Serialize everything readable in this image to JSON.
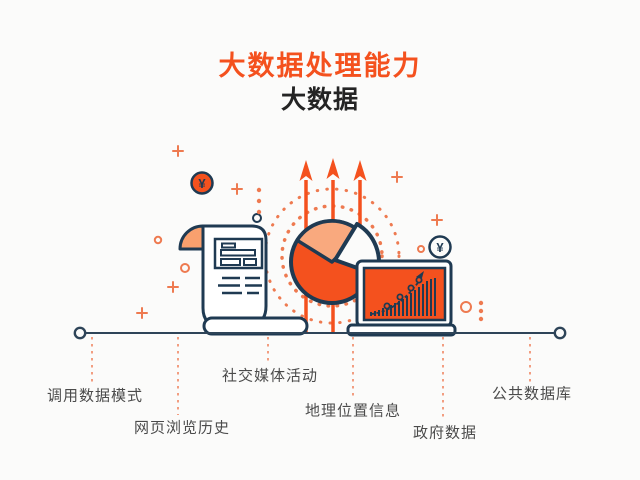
{
  "header": {
    "title": "大数据处理能力",
    "subtitle": "大数据"
  },
  "timeline": {
    "items": [
      "调用数据模式",
      "网页浏览历史",
      "社交媒体活动",
      "地理位置信息",
      "政府数据",
      "公共数据库"
    ]
  },
  "illustration": {
    "yen_symbol": "¥",
    "elements": [
      "scroll-document",
      "pie-chart",
      "laptop-with-bar-chart",
      "three-up-arrows",
      "yen-coins",
      "dotted-circles"
    ]
  },
  "colors": {
    "primary_orange": "#f4511e",
    "peach": "#f9a97e",
    "curl_orange": "#f9a06e",
    "navy": "#1f3a52",
    "dotted_orange": "#ee7a50",
    "leader_orange": "#f08663",
    "label_text": "#4b4b4b",
    "background": "#fbfbfa"
  }
}
